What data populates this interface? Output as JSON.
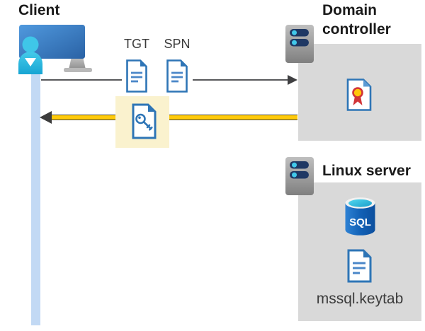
{
  "client": {
    "label": "Client"
  },
  "flow": {
    "tgt_label": "TGT",
    "spn_label": "SPN"
  },
  "domain_controller": {
    "label": "Domain controller"
  },
  "linux_server": {
    "label": "Linux server",
    "sql_badge": "SQL",
    "keytab_label": "mssql.keytab"
  },
  "colors": {
    "doc_blue": "#2e75b6",
    "doc_line_blue": "#4b87c8",
    "accent_gold": "#ffca0a",
    "highlight_yellow": "#faf2ce",
    "box_gray": "#d9d9d9",
    "lifeline_blue": "#c2d9f4",
    "person_cyan": "#35c1e6",
    "server_navy": "#1f3864",
    "seal_yellow": "#ffc60a",
    "seal_red": "#d13438",
    "sql_blue": "#1261b6",
    "request_arrow_gray": "#58595b"
  }
}
